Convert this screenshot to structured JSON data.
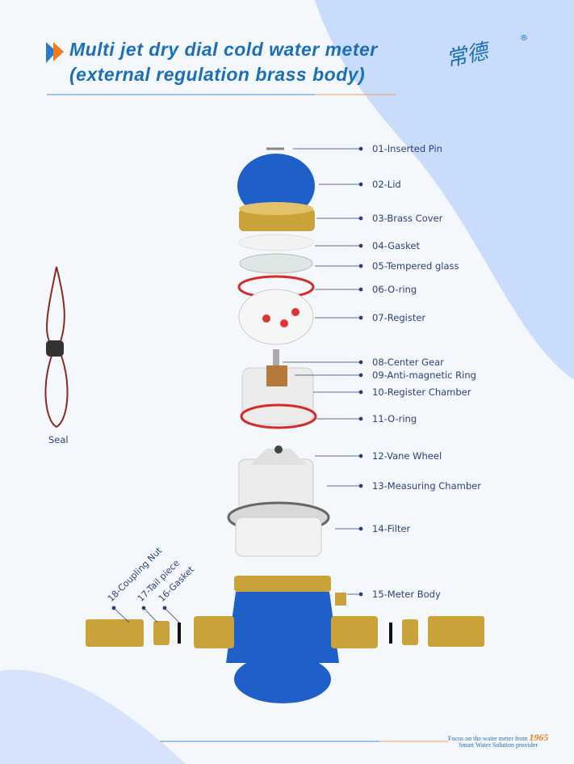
{
  "header": {
    "title_line1": "Multi jet dry dial cold water meter",
    "title_line2": "(external regulation brass body)",
    "logo_text": "常德",
    "registered_mark": "®"
  },
  "colors": {
    "title_blue": "#1a6fb8",
    "accent_orange": "#ef7d1a",
    "label_text": "#2a3f7a"
  },
  "parts": [
    {
      "label": "01-Inserted Pin"
    },
    {
      "label": "02-Lid"
    },
    {
      "label": "03-Brass Cover"
    },
    {
      "label": "04-Gasket"
    },
    {
      "label": "05-Tempered glass"
    },
    {
      "label": "06-O-ring"
    },
    {
      "label": "07-Register"
    },
    {
      "label": "08-Center Gear"
    },
    {
      "label": "09-Anti-magnetic Ring"
    },
    {
      "label": "10-Register Chamber"
    },
    {
      "label": "11-O-ring"
    },
    {
      "label": "12-Vane Wheel"
    },
    {
      "label": "13-Measuring Chamber"
    },
    {
      "label": "14-Filter"
    },
    {
      "label": "15-Meter Body"
    }
  ],
  "side_parts": [
    {
      "label": "18-Coupling Nut"
    },
    {
      "label": "17-Tail piece"
    },
    {
      "label": "16-Gasket"
    }
  ],
  "seal_label": "Seal",
  "footer": {
    "line1": "Focus on the water meter from",
    "year": "1965",
    "line2": "Smart Water Solution provider"
  }
}
